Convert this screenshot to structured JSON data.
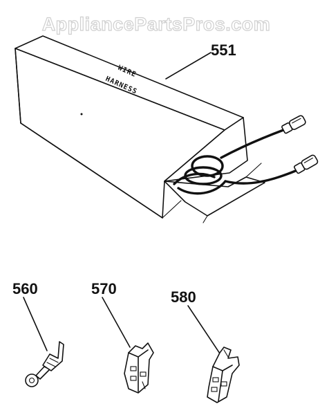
{
  "watermark": "AppliancePartsPros.com",
  "parts": {
    "harness_box": {
      "callout": "551",
      "label_line1": "WIRE",
      "label_line2": "HARNESS",
      "icon": "wire-harness-box-icon"
    },
    "ring_terminal": {
      "callout": "560",
      "icon": "ring-terminal-icon"
    },
    "flag_terminal": {
      "callout": "570",
      "icon": "flag-terminal-icon"
    },
    "female_terminal": {
      "callout": "580",
      "icon": "female-spade-terminal-icon"
    }
  }
}
